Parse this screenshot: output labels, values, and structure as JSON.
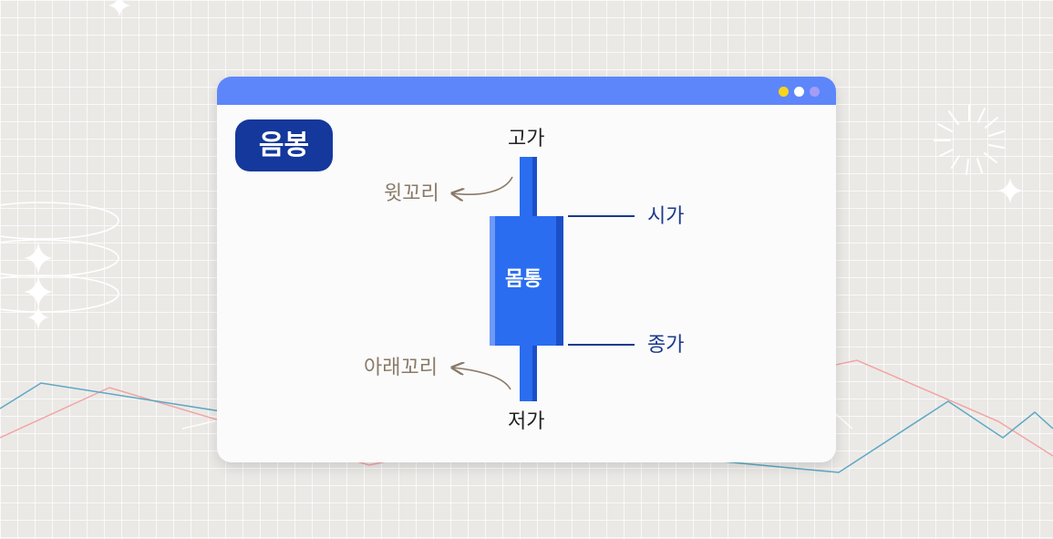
{
  "candle": {
    "type_label": "음봉",
    "high_label": "고가",
    "low_label": "저가",
    "open_label": "시가",
    "close_label": "종가",
    "body_label": "몸통",
    "upper_wick_label": "윗꼬리",
    "lower_wick_label": "아래꼬리"
  },
  "colors": {
    "titlebar": "#5d86fb",
    "badge": "#14389b",
    "candle_body": "#2a6df0",
    "candle_dark_edge": "#1b4fc8",
    "candle_light_edge": "#6e99f6",
    "label_blue": "#1b3a8c",
    "annotation_brown": "#8a7a68",
    "bg_line_red": "#f2a4a4",
    "bg_line_blue": "#5da8c4"
  }
}
